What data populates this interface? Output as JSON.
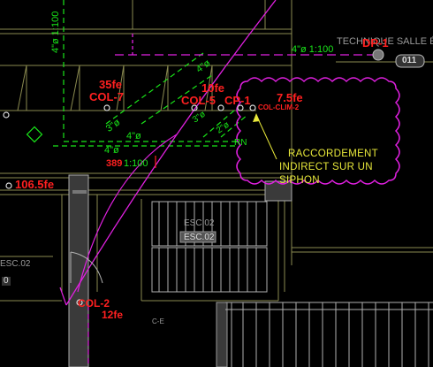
{
  "title_block": {
    "header": "TECHNIQUE SALLE É",
    "dp": "DP-1",
    "room_no": "011"
  },
  "pipes": {
    "top_line": "4\"ø  1:100",
    "vert_line": "4\"ø 1:100",
    "diag_a": "4\"ø",
    "diag_b": "3\"ø",
    "diag_c": "3\"ø",
    "diag_d": "2\"ø",
    "mid_a": "4\"ø",
    "mid_b": "4\"ø",
    "slope": "1:100",
    "slope_prefix": "389",
    "rn": "RN",
    "small_a": "3\"ø",
    "small_b": "4\"ø"
  },
  "columns": {
    "col7": {
      "flow": "35fe",
      "name": "COL-7"
    },
    "col5": {
      "flow": "10fe",
      "name": "COL-5"
    },
    "cp1": "CP-1",
    "clim": {
      "flow": "7.5fe",
      "name": "COL-CLIM-2"
    },
    "left_flow": "106.5fe",
    "col2": {
      "name": "COL-2",
      "flow": "12fe"
    }
  },
  "note": {
    "line1": "RACCORDEMENT",
    "line2": "INDIRECT SUR UN",
    "line3": "SIPHON"
  },
  "stairs": {
    "label": "ESC.02",
    "label2": "ESC.02",
    "left": "ESC.02",
    "ce": "C-E",
    "left_num": "0"
  },
  "colors": {
    "red": "#ff2020",
    "green": "#19e619",
    "magenta": "#e020e0",
    "yellow": "#e8e83a",
    "wall": "#c8c870"
  }
}
